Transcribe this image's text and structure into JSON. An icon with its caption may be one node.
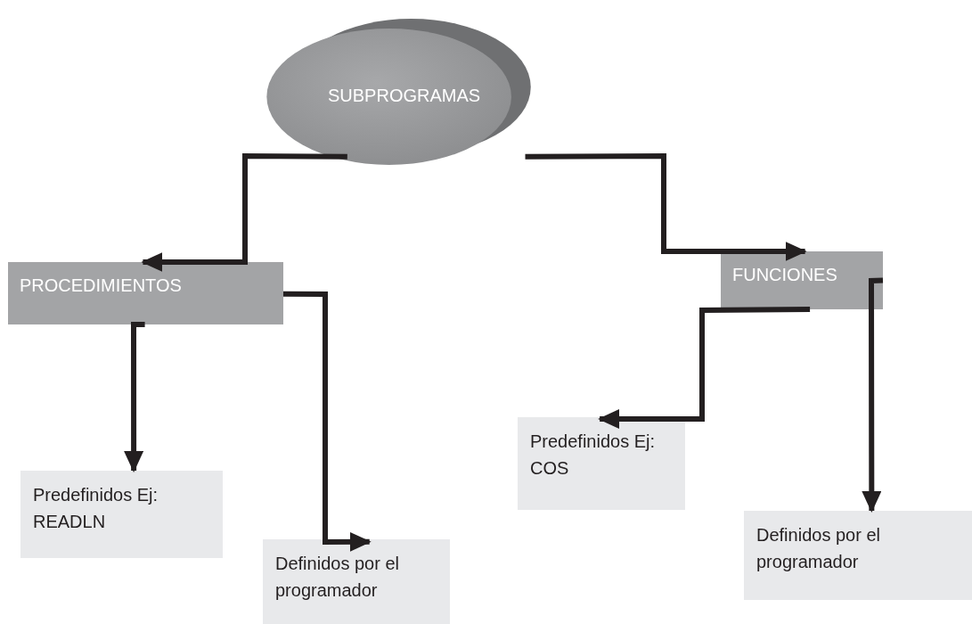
{
  "diagram": {
    "nodes": [
      {
        "text": [
          "SUBPROGRAMAS"
        ]
      },
      {
        "text": [
          "PROCEDIMIENTOS"
        ]
      },
      {
        "text": [
          "FUNCIONES"
        ]
      },
      {
        "text": [
          "Predefinidos Ej: READLN"
        ]
      },
      {
        "text": [
          "Definidos por el programador"
        ]
      },
      {
        "text": [
          "Predefinidos Ej: COS"
        ]
      },
      {
        "text": [
          "Definidos por el programador"
        ]
      }
    ],
    "edges": [
      {
        "from": 0,
        "to": 1,
        "arrow": "to"
      },
      {
        "from": 0,
        "to": 2,
        "arrow": "to"
      },
      {
        "from": 1,
        "to": 3,
        "arrow": "to"
      },
      {
        "from": 1,
        "to": 4,
        "arrow": "to"
      },
      {
        "from": 2,
        "to": 5,
        "arrow": "to"
      },
      {
        "from": 2,
        "to": 6,
        "arrow": "to"
      }
    ]
  }
}
